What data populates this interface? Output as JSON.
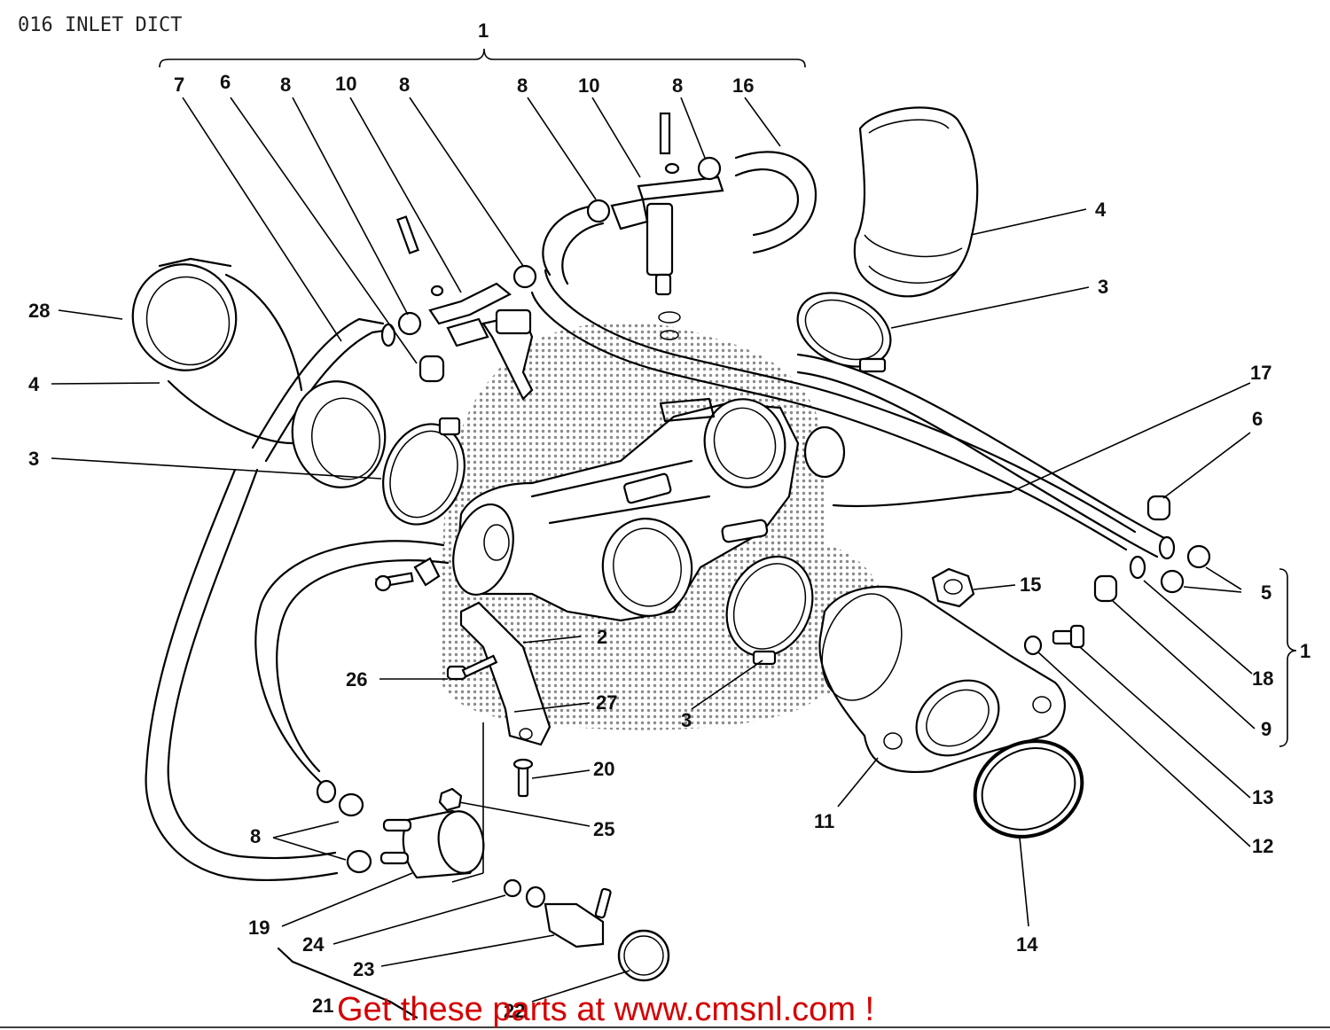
{
  "page": {
    "title": "016 INLET DICT",
    "promo": "Get these parts at www.cmsnl.com !"
  },
  "callouts": [
    {
      "id": "c-1-top",
      "text": "1"
    },
    {
      "id": "c-7",
      "text": "7"
    },
    {
      "id": "c-6a",
      "text": "6"
    },
    {
      "id": "c-8a",
      "text": "8"
    },
    {
      "id": "c-10a",
      "text": "10"
    },
    {
      "id": "c-8b",
      "text": "8"
    },
    {
      "id": "c-8c",
      "text": "8"
    },
    {
      "id": "c-10b",
      "text": "10"
    },
    {
      "id": "c-8d",
      "text": "8"
    },
    {
      "id": "c-16",
      "text": "16"
    },
    {
      "id": "c-4a",
      "text": "4"
    },
    {
      "id": "c-3a",
      "text": "3"
    },
    {
      "id": "c-28",
      "text": "28"
    },
    {
      "id": "c-4b",
      "text": "4"
    },
    {
      "id": "c-17",
      "text": "17"
    },
    {
      "id": "c-3b",
      "text": "3"
    },
    {
      "id": "c-6b",
      "text": "6"
    },
    {
      "id": "c-15",
      "text": "15"
    },
    {
      "id": "c-5",
      "text": "5"
    },
    {
      "id": "c-1-right",
      "text": "1"
    },
    {
      "id": "c-2",
      "text": "2"
    },
    {
      "id": "c-18",
      "text": "18"
    },
    {
      "id": "c-26",
      "text": "26"
    },
    {
      "id": "c-27",
      "text": "27"
    },
    {
      "id": "c-3c",
      "text": "3"
    },
    {
      "id": "c-9",
      "text": "9"
    },
    {
      "id": "c-20",
      "text": "20"
    },
    {
      "id": "c-13",
      "text": "13"
    },
    {
      "id": "c-11",
      "text": "11"
    },
    {
      "id": "c-25",
      "text": "25"
    },
    {
      "id": "c-12",
      "text": "12"
    },
    {
      "id": "c-8e",
      "text": "8"
    },
    {
      "id": "c-19",
      "text": "19"
    },
    {
      "id": "c-14",
      "text": "14"
    },
    {
      "id": "c-24",
      "text": "24"
    },
    {
      "id": "c-23",
      "text": "23"
    },
    {
      "id": "c-21",
      "text": "21"
    },
    {
      "id": "c-22",
      "text": "22"
    }
  ]
}
